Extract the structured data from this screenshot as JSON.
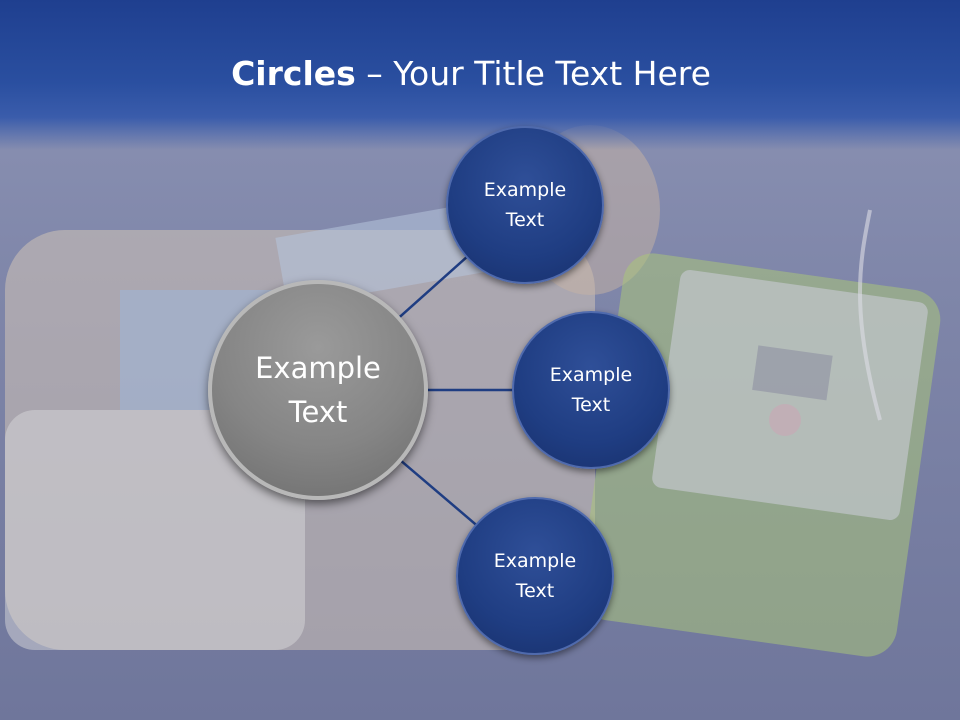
{
  "title": {
    "bold": "Circles",
    "rest": " – Your Title Text Here"
  },
  "hub": {
    "line1": "Example",
    "line2": "Text"
  },
  "nodes": [
    {
      "line1": "Example",
      "line2": "Text"
    },
    {
      "line1": "Example",
      "line2": "Text"
    },
    {
      "line1": "Example",
      "line2": "Text"
    }
  ],
  "colors": {
    "header": "#2a4fa0",
    "node_fill": "#1f3d82",
    "hub_fill": "#858585",
    "connector": "#1f3d82"
  }
}
